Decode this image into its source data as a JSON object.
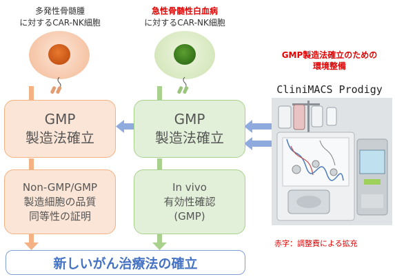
{
  "header_left": {
    "line1": "多発性骨髄腫",
    "line2": "に対するCAR-NK細胞"
  },
  "header_center": {
    "line1": "急性骨髄性白血病",
    "line2": "に対するCAR-NK細胞"
  },
  "prep_title": {
    "line1": "GMP製造法確立のための",
    "line2": "環境整備"
  },
  "machine_name": "CliniMACS Prodigy",
  "orange_box1": {
    "line1": "GMP",
    "line2": "製造法確立"
  },
  "green_box1": {
    "line1": "GMP",
    "line2": "製造法確立"
  },
  "orange_box2": {
    "line1": "Non-GMP/GMP",
    "line2": "製造細胞の品質",
    "line3": "同等性の証明"
  },
  "green_box2": {
    "line1": "In vivo",
    "line2": "有効性確認",
    "line3": "(GMP)"
  },
  "final_label": "新しいがん治療法の確立",
  "footnote": "赤字：調整費による拡充",
  "colors": {
    "orange_fill": "#fbe5d6",
    "orange_border": "#f4b183",
    "green_fill": "#e2f0d9",
    "green_border": "#a9d18e",
    "arrow_blue": "#8faadc",
    "title_blue": "#4472c4",
    "red": "#e00000"
  }
}
